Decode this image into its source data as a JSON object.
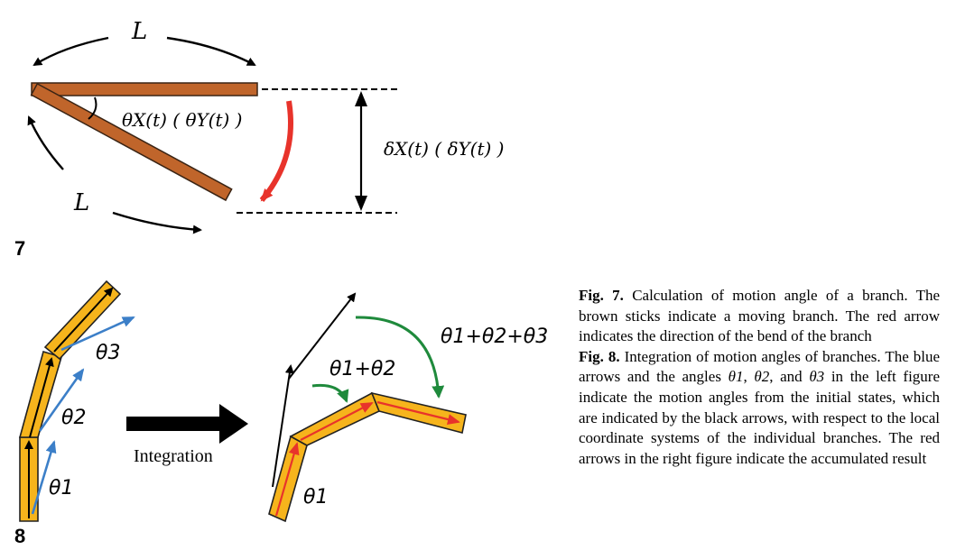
{
  "figure7": {
    "number": "7",
    "length_label": "L",
    "angle_label": "θX(t) ( θY(t) )",
    "displacement_label": "δX(t) ( δY(t) )"
  },
  "figure8": {
    "number": "8",
    "left_labels": [
      "θ1",
      "θ2",
      "θ3"
    ],
    "integration_label": "Integration",
    "right_labels": [
      "θ1",
      "θ1+θ2",
      "θ1+θ2+θ3"
    ]
  },
  "caption": {
    "fig7_label": "Fig. 7.",
    "fig7_text": "Calculation of motion angle of a branch. The brown sticks indicate a moving branch. The red arrow indicates the direction of the bend of the branch",
    "fig8_label": "Fig. 8.",
    "fig8_text_1": "Integration of motion angles of branches. The blue arrows and the angles ",
    "theta1": "θ1",
    "sep1": ", ",
    "theta2": "θ2",
    "sep2": ", and ",
    "theta3": "θ3",
    "fig8_text_2": " in the left figure indicate the motion angles from the initial states, which are indicated by the black arrows, with respect to the local coordinate systems of the individual branches. The red arrows in the right figure indicate the accumulated result"
  },
  "colors": {
    "brown": "#c0652b",
    "red": "#e8332b",
    "yellow": "#f6b41c",
    "blue": "#3c7fc8",
    "green": "#1f8a3c"
  }
}
